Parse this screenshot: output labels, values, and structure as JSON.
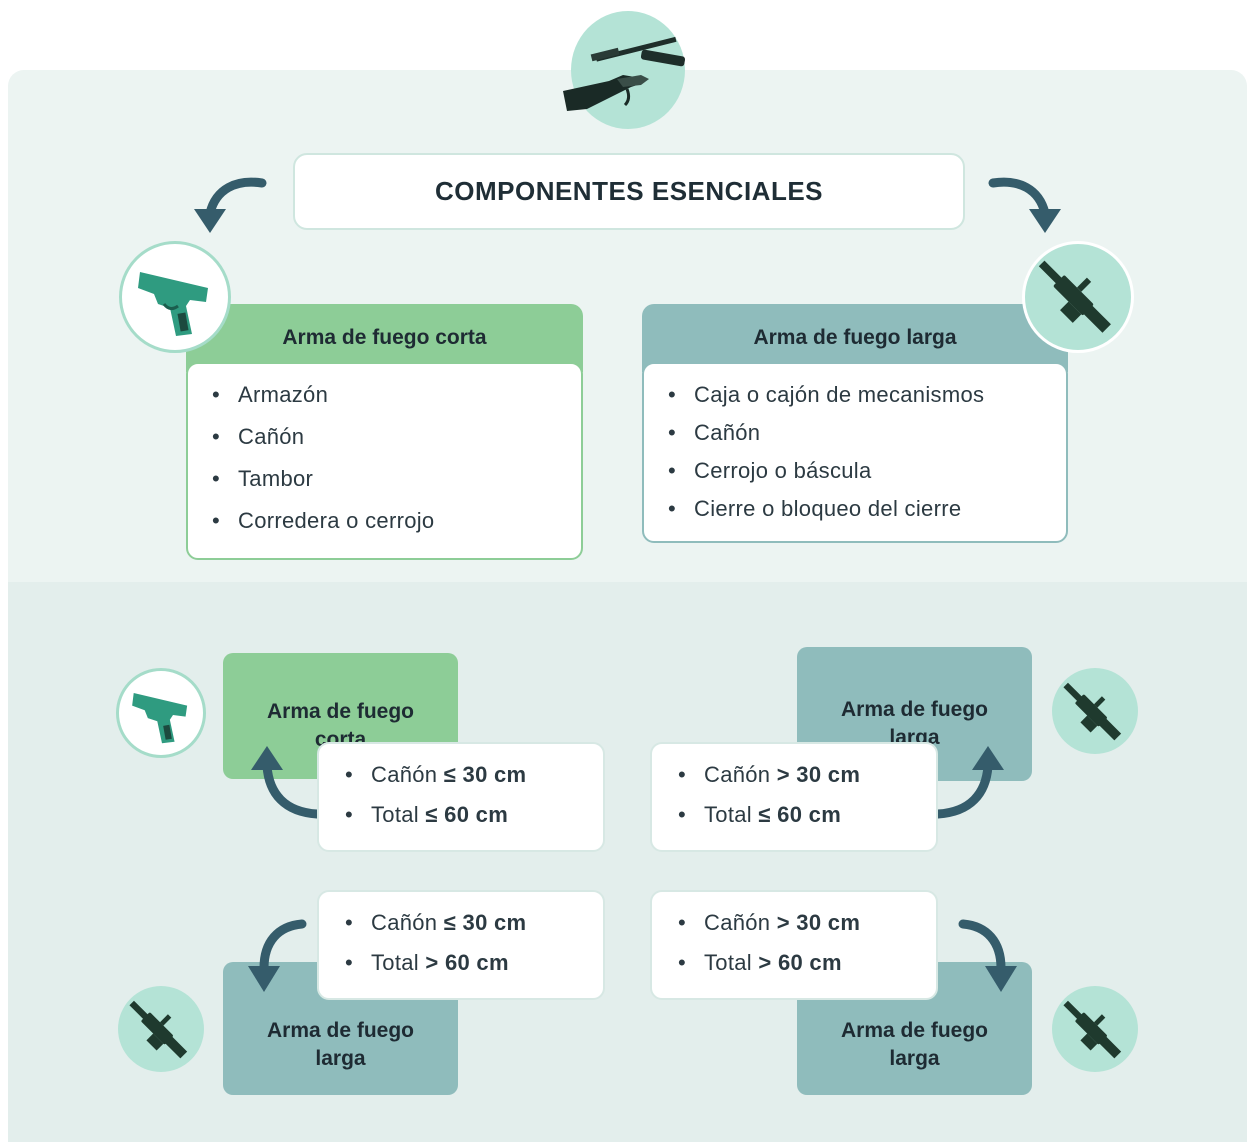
{
  "title": "COMPONENTES ESENCIALES",
  "short_weapon": {
    "label": "Arma de fuego corta",
    "items": [
      "Armazón",
      "Cañón",
      "Tambor",
      "Corredera o cerrojo"
    ]
  },
  "long_weapon": {
    "label": "Arma de fuego larga",
    "items": [
      "Caja o cajón de mecanismos",
      "Cañón",
      "Cerrojo o báscula",
      "Cierre o bloqueo del cierre"
    ]
  },
  "rules": [
    {
      "result_line1": "Arma de fuego",
      "result_line2": "corta",
      "barrel_label": "Cañón",
      "barrel_value": "≤ 30 cm",
      "total_label": "Total",
      "total_value": "≤ 60 cm"
    },
    {
      "result_line1": "Arma de fuego",
      "result_line2": "larga",
      "barrel_label": "Cañón",
      "barrel_value": "> 30 cm",
      "total_label": "Total",
      "total_value": "≤ 60 cm"
    },
    {
      "result_line1": "Arma de fuego",
      "result_line2": "larga",
      "barrel_label": "Cañón",
      "barrel_value": "≤ 30 cm",
      "total_label": "Total",
      "total_value": "> 60 cm"
    },
    {
      "result_line1": "Arma de fuego",
      "result_line2": "larga",
      "barrel_label": "Cañón",
      "barrel_value": "> 30 cm",
      "total_label": "Total",
      "total_value": "> 60 cm"
    }
  ],
  "colors": {
    "short_accent": "#8dcd97",
    "long_accent": "#8fbcbc",
    "arrow": "#355c6b",
    "icon_circle": "#b4e3d6"
  },
  "icons": [
    "disassembled-shotgun-icon",
    "pistol-icon",
    "rifle-icon",
    "curved-arrow-icon"
  ]
}
